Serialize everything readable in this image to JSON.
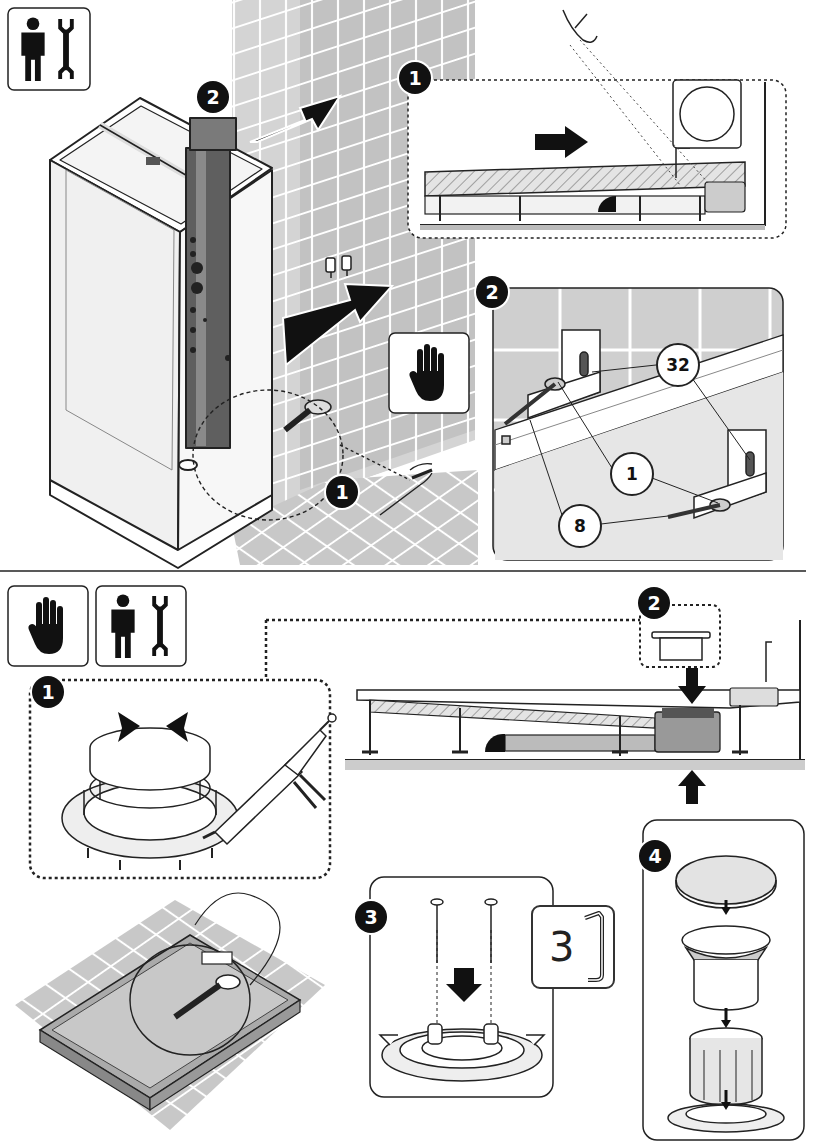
{
  "diagram": {
    "nodes": [
      {
        "text": [
          "2"
        ]
      },
      {
        "text": [
          "1"
        ]
      },
      {
        "text": [
          "1"
        ]
      },
      {
        "text": [
          "2"
        ]
      },
      {
        "text": [
          "32"
        ]
      },
      {
        "text": [
          "1"
        ]
      },
      {
        "text": [
          "8"
        ]
      },
      {
        "text": [
          "1"
        ]
      },
      {
        "text": [
          "2"
        ]
      },
      {
        "text": [
          "3"
        ]
      },
      {
        "text": [
          "3"
        ]
      },
      {
        "text": [
          "4"
        ]
      }
    ]
  }
}
